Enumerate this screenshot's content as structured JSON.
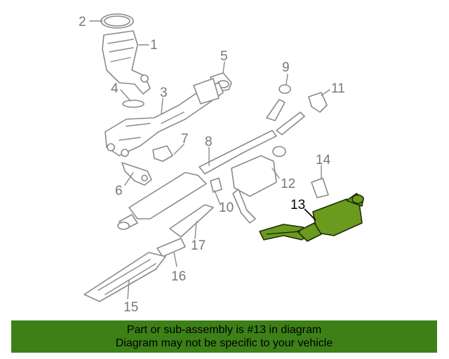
{
  "diagram": {
    "highlighted_part": "13",
    "callouts": [
      "1",
      "2",
      "3",
      "4",
      "5",
      "6",
      "7",
      "8",
      "9",
      "10",
      "11",
      "12",
      "13",
      "14",
      "15",
      "16",
      "17"
    ]
  },
  "banner": {
    "line1": "Part or sub-assembly is #13 in diagram",
    "line2": "Diagram may not be specific to your vehicle"
  },
  "colors": {
    "banner_bg": "#3c8017",
    "highlight": "#6a9a1e",
    "part_stroke": "#8a8a8a"
  }
}
